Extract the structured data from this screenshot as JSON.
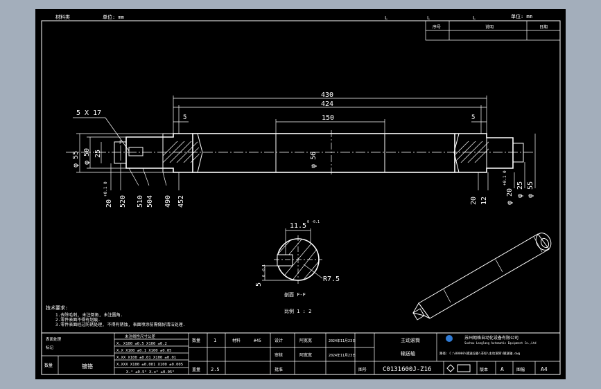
{
  "header": {
    "top_left": "材料类",
    "top_left2": "单位: mm",
    "marker_l1": "L",
    "marker_l2": "L",
    "marker_l3": "L",
    "top_right": "单位: mm",
    "rev_table": [
      "序号",
      "说明",
      "日期"
    ]
  },
  "dims": {
    "d430": "430",
    "d424": "424",
    "d150": "150",
    "d5a": "5",
    "d5b": "5",
    "keyway": "5 X 17",
    "phi55": "φ 55",
    "phi50": "φ 50",
    "phi25_l": "25",
    "phi56": "φ 56",
    "phi25_r": "φ 25",
    "phi55_r": "φ 55",
    "len20_l": "20",
    "tol_l": "+0.1\n0",
    "len520": "520",
    "len510": "510",
    "len504": "504",
    "len490": "490",
    "len452": "452",
    "len20_r": "20",
    "len12": "12",
    "phi20_r": "φ 20",
    "tol_r": "+0.1\n0",
    "section_w": "11.5",
    "section_tol": "0\n-0.1",
    "section_h": "5",
    "section_htol": "0\n-0.1",
    "radius": "R7.5",
    "section_label": "剖面 F-F",
    "section_scale": "比例 1 : 2",
    "cut_mark": "F"
  },
  "notes": {
    "title": "技术要求:",
    "line1": "1.去除毛刺, 未注倒角, 未注圆角.",
    "line2": "2.零件表面不得有划痕.",
    "line3": "3.零件表面经过防锈处理, 不得有锈蚀, 表面喷涂前需做好清洁处理."
  },
  "titleblock": {
    "tol_header": "未注线性尺寸公差",
    "tol_rows": [
      "X.  X100 ±0.5  X100 ±0.2",
      "X.X  X100 ±0.1  X100 ±0.05",
      "X.XX  X100 ±0.01  X100 ±0.01",
      "X.XXX  X100 ±0.001 X100 ±0.005"
    ],
    "angle_row": "X.°  ±0.5°    X.x°  ±0.05°",
    "left_label1": "表面处理",
    "left_label2": "标记",
    "left_sign": "数量",
    "left_value": "镀铬",
    "qty_label": "数量",
    "qty": "1",
    "mat_label": "材料",
    "material": "#45",
    "weight_label": "重量",
    "weight": "2.5",
    "design": "设计",
    "design_name": "阿宽宽",
    "check": "审核",
    "check_name": "阿宽宽",
    "approve": "批准",
    "date1": "2024年11月23日",
    "date2": "2024年11月23日",
    "part_title": "主动滚筒",
    "part_name": "输送轴",
    "company_cn": "苏州朗格自动化设备有限公司",
    "company_en": "Suzhou Langlang Automatic Equipment Co.,Ltd",
    "path_text": "路径: C:\\00000\\输送设备\\非标\\主动滚筒\\输送轴.dwg",
    "drawing_no_label": "图号",
    "drawing_no": "C0131600J-Z16",
    "version_label": "版本",
    "version": "A",
    "size_label": "图幅",
    "size": "A4"
  }
}
